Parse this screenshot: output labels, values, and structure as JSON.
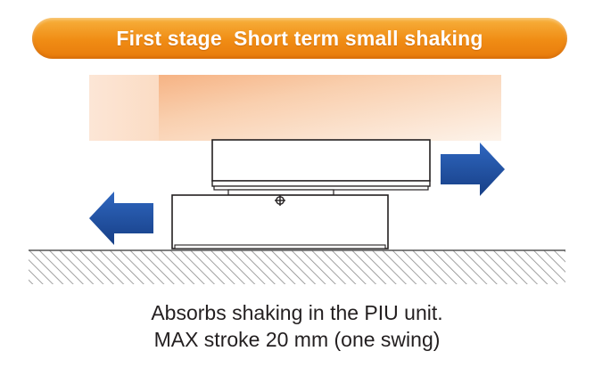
{
  "banner": {
    "title": "First stage  Short term small shaking"
  },
  "icons": {
    "arrow_left": "arrow-left-icon",
    "arrow_right": "arrow-right-icon",
    "center_mark": "crosshair-icon"
  },
  "colors": {
    "banner_orange": "#f08c14",
    "arrow_blue": "#1f4fa3",
    "motion_gradient_start": "#f3a36a",
    "ground_hatch": "#8a8a8a"
  },
  "caption": {
    "line1": "Absorbs shaking in the PIU unit.",
    "line2": "MAX stroke 20 mm (one swing)"
  }
}
